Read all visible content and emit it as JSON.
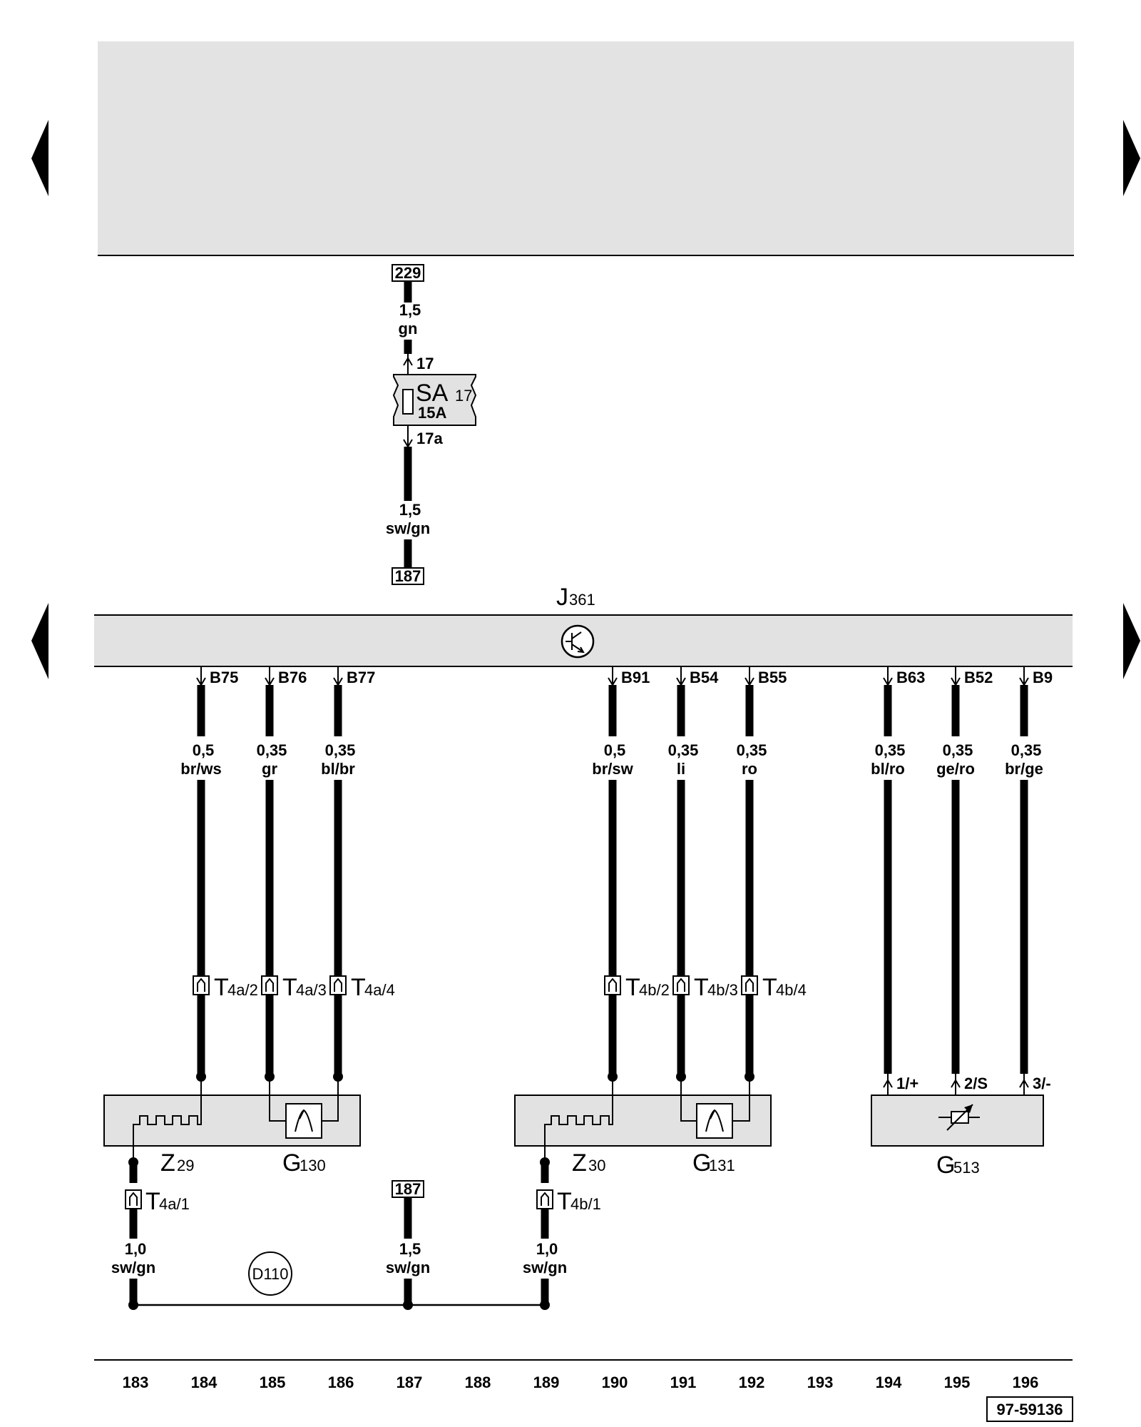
{
  "nav": {
    "prev_label": "",
    "next_label": ""
  },
  "fuse": {
    "ref_top": "229",
    "wire_top_size": "1,5",
    "wire_top_color": "gn",
    "pin_in": "17",
    "name_main": "SA",
    "name_sub": "17",
    "rating": "15A",
    "pin_out": "17a",
    "wire_bottom_size": "1,5",
    "wire_bottom_color": "sw/gn",
    "ref_bottom": "187"
  },
  "control_unit": {
    "name_main": "J",
    "name_sub": "361",
    "pins": [
      {
        "pin": "B75",
        "size": "0,5",
        "color": "br/ws",
        "conn_main": "T",
        "conn_sub": "4a/2"
      },
      {
        "pin": "B76",
        "size": "0,35",
        "color": "gr",
        "conn_main": "T",
        "conn_sub": "4a/3"
      },
      {
        "pin": "B77",
        "size": "0,35",
        "color": "bl/br",
        "conn_main": "T",
        "conn_sub": "4a/4"
      },
      {
        "pin": "B91",
        "size": "0,5",
        "color": "br/sw",
        "conn_main": "T",
        "conn_sub": "4b/2"
      },
      {
        "pin": "B54",
        "size": "0,35",
        "color": "li",
        "conn_main": "T",
        "conn_sub": "4b/3"
      },
      {
        "pin": "B55",
        "size": "0,35",
        "color": "ro",
        "conn_main": "T",
        "conn_sub": "4b/4"
      },
      {
        "pin": "B63",
        "size": "0,35",
        "color": "bl/ro",
        "conn_main": "",
        "conn_sub": ""
      },
      {
        "pin": "B52",
        "size": "0,35",
        "color": "ge/ro",
        "conn_main": "",
        "conn_sub": ""
      },
      {
        "pin": "B9",
        "size": "0,35",
        "color": "br/ge",
        "conn_main": "",
        "conn_sub": ""
      }
    ]
  },
  "components": {
    "z29": {
      "main": "Z",
      "sub": "29"
    },
    "g130": {
      "main": "G",
      "sub": "130"
    },
    "z30": {
      "main": "Z",
      "sub": "30"
    },
    "g131": {
      "main": "G",
      "sub": "131"
    },
    "g513": {
      "main": "G",
      "sub": "513",
      "pins": [
        "1/+",
        "2/S",
        "3/-"
      ]
    }
  },
  "ground": {
    "left_conn_main": "T",
    "left_conn_sub": "4a/1",
    "right_conn_main": "T",
    "right_conn_sub": "4b/1",
    "left_size": "1,0",
    "left_color": "sw/gn",
    "mid_ref": "187",
    "mid_size": "1,5",
    "mid_color": "sw/gn",
    "right_size": "1,0",
    "right_color": "sw/gn",
    "junction": "D110"
  },
  "ruler": [
    "183",
    "184",
    "185",
    "186",
    "187",
    "188",
    "189",
    "190",
    "191",
    "192",
    "193",
    "194",
    "195",
    "196"
  ],
  "doc_id": "97-59136",
  "colors": {
    "wire": "#000000",
    "box_fill": "#e2e2e2",
    "header_fill": "#e3e3e3"
  }
}
